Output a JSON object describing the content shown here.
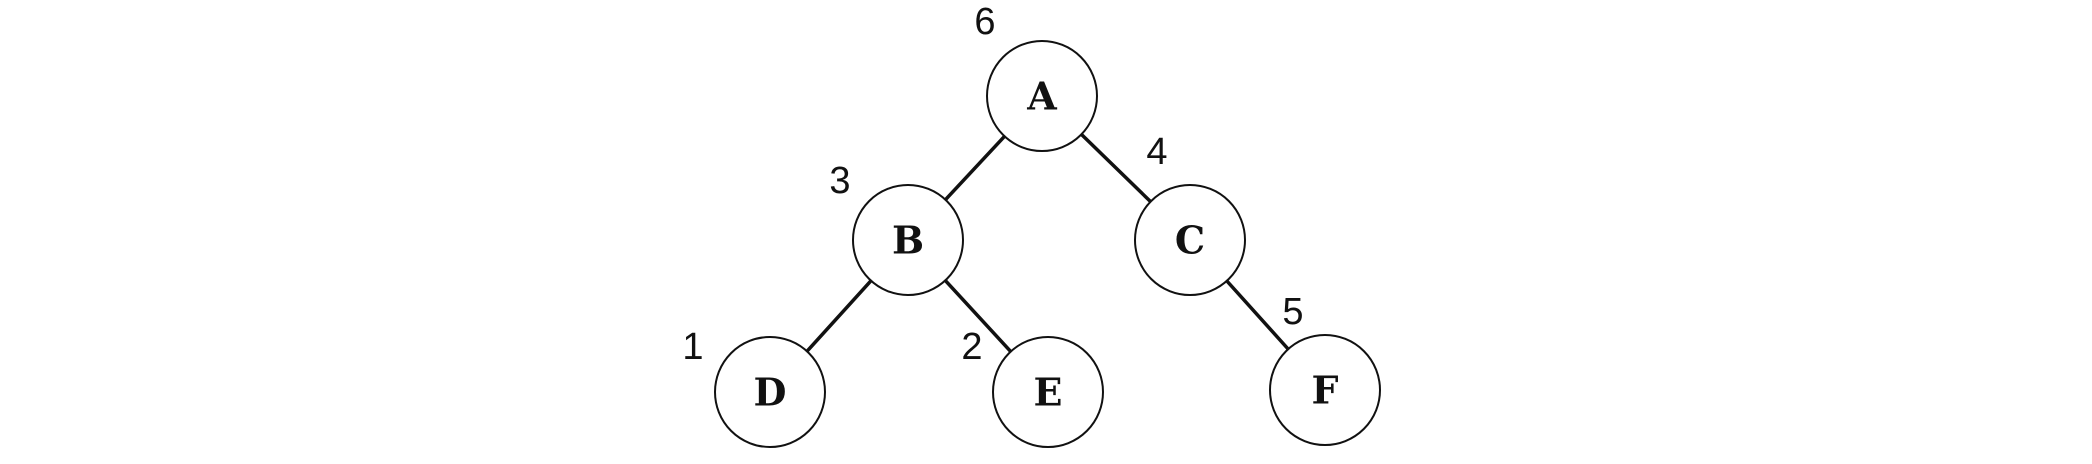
{
  "colors": {
    "background": "#ffffff",
    "stroke": "#111111",
    "text": "#111111"
  },
  "tree": {
    "nodes": [
      {
        "id": "A",
        "label": "A",
        "order": "6"
      },
      {
        "id": "B",
        "label": "B",
        "order": "3"
      },
      {
        "id": "C",
        "label": "C",
        "order": "4"
      },
      {
        "id": "D",
        "label": "D",
        "order": "1"
      },
      {
        "id": "E",
        "label": "E",
        "order": "2"
      },
      {
        "id": "F",
        "label": "F",
        "order": "5"
      }
    ],
    "edges": [
      {
        "from": "A",
        "to": "B"
      },
      {
        "from": "A",
        "to": "C"
      },
      {
        "from": "B",
        "to": "D"
      },
      {
        "from": "B",
        "to": "E"
      },
      {
        "from": "C",
        "to": "F"
      }
    ]
  }
}
